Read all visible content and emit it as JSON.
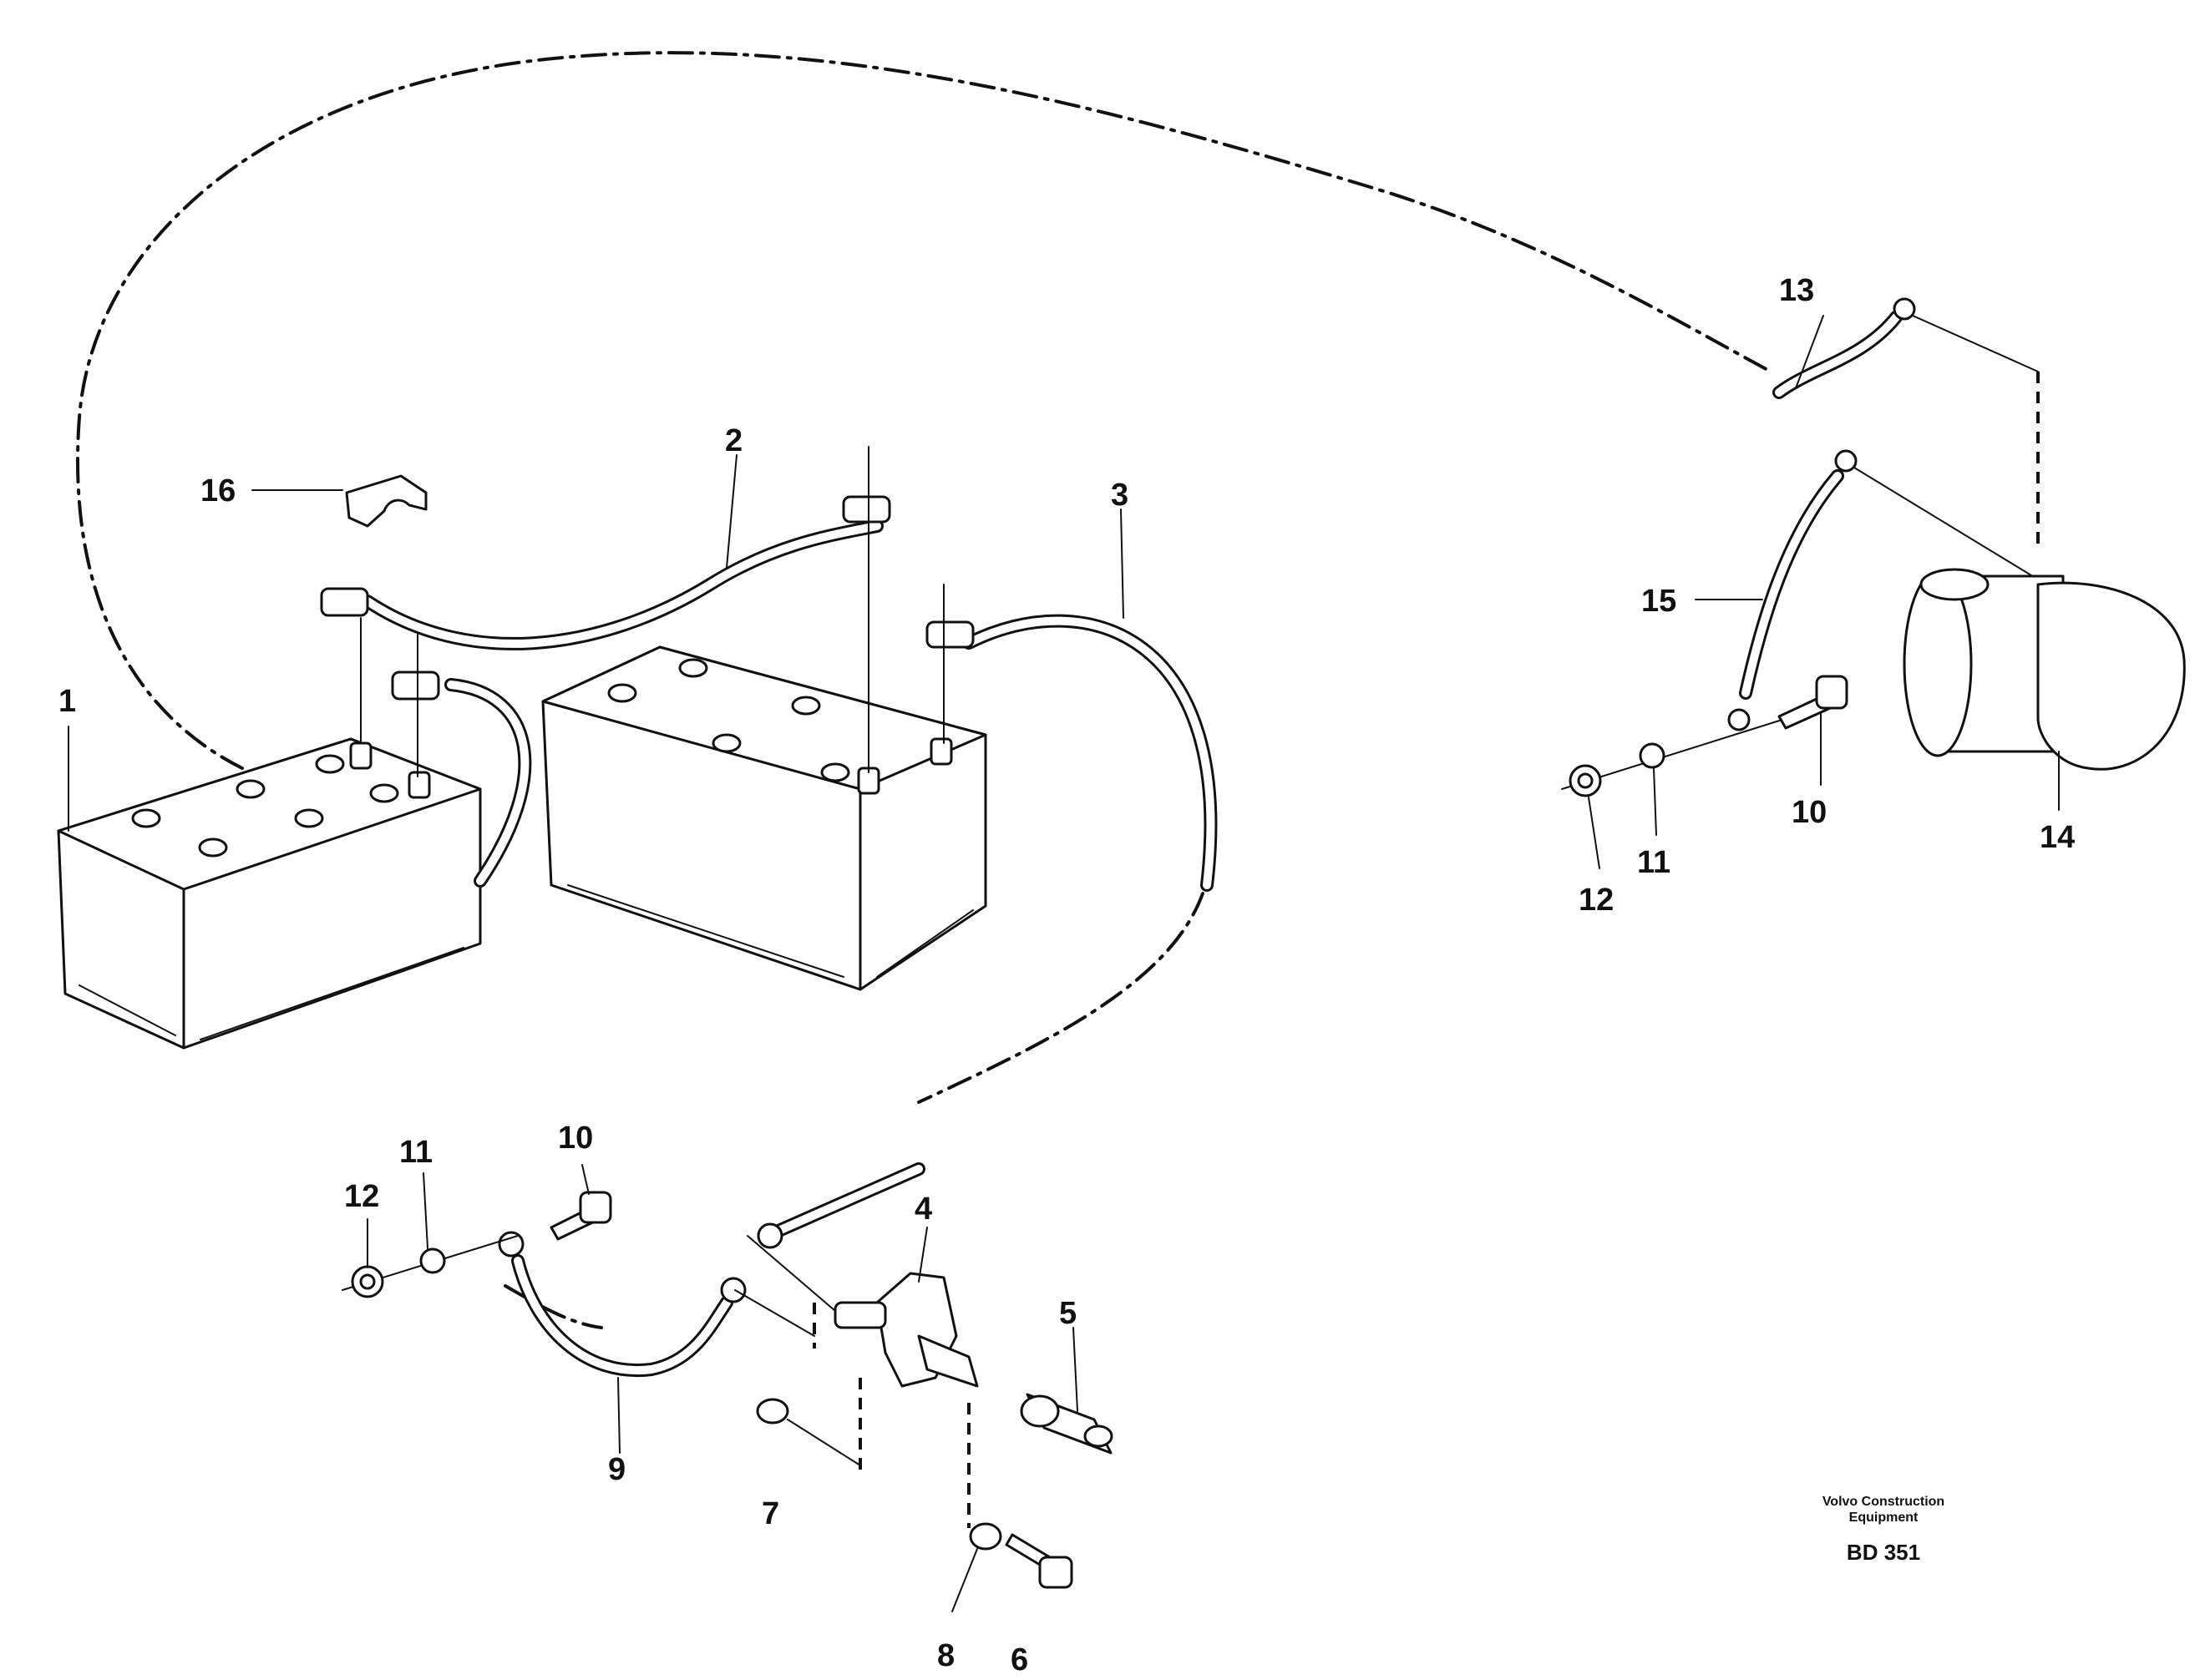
{
  "callouts": {
    "c1": "1",
    "c2": "2",
    "c3": "3",
    "c4": "4",
    "c5": "5",
    "c6": "6",
    "c7": "7",
    "c8": "8",
    "c9": "9",
    "c10a": "10",
    "c10b": "10",
    "c11a": "11",
    "c11b": "11",
    "c12a": "12",
    "c12b": "12",
    "c13": "13",
    "c14": "14",
    "c15": "15",
    "c16": "16"
  },
  "footer": {
    "brand_line1": "Volvo Construction",
    "brand_line2": "Equipment",
    "drawing_id": "BD 351"
  }
}
